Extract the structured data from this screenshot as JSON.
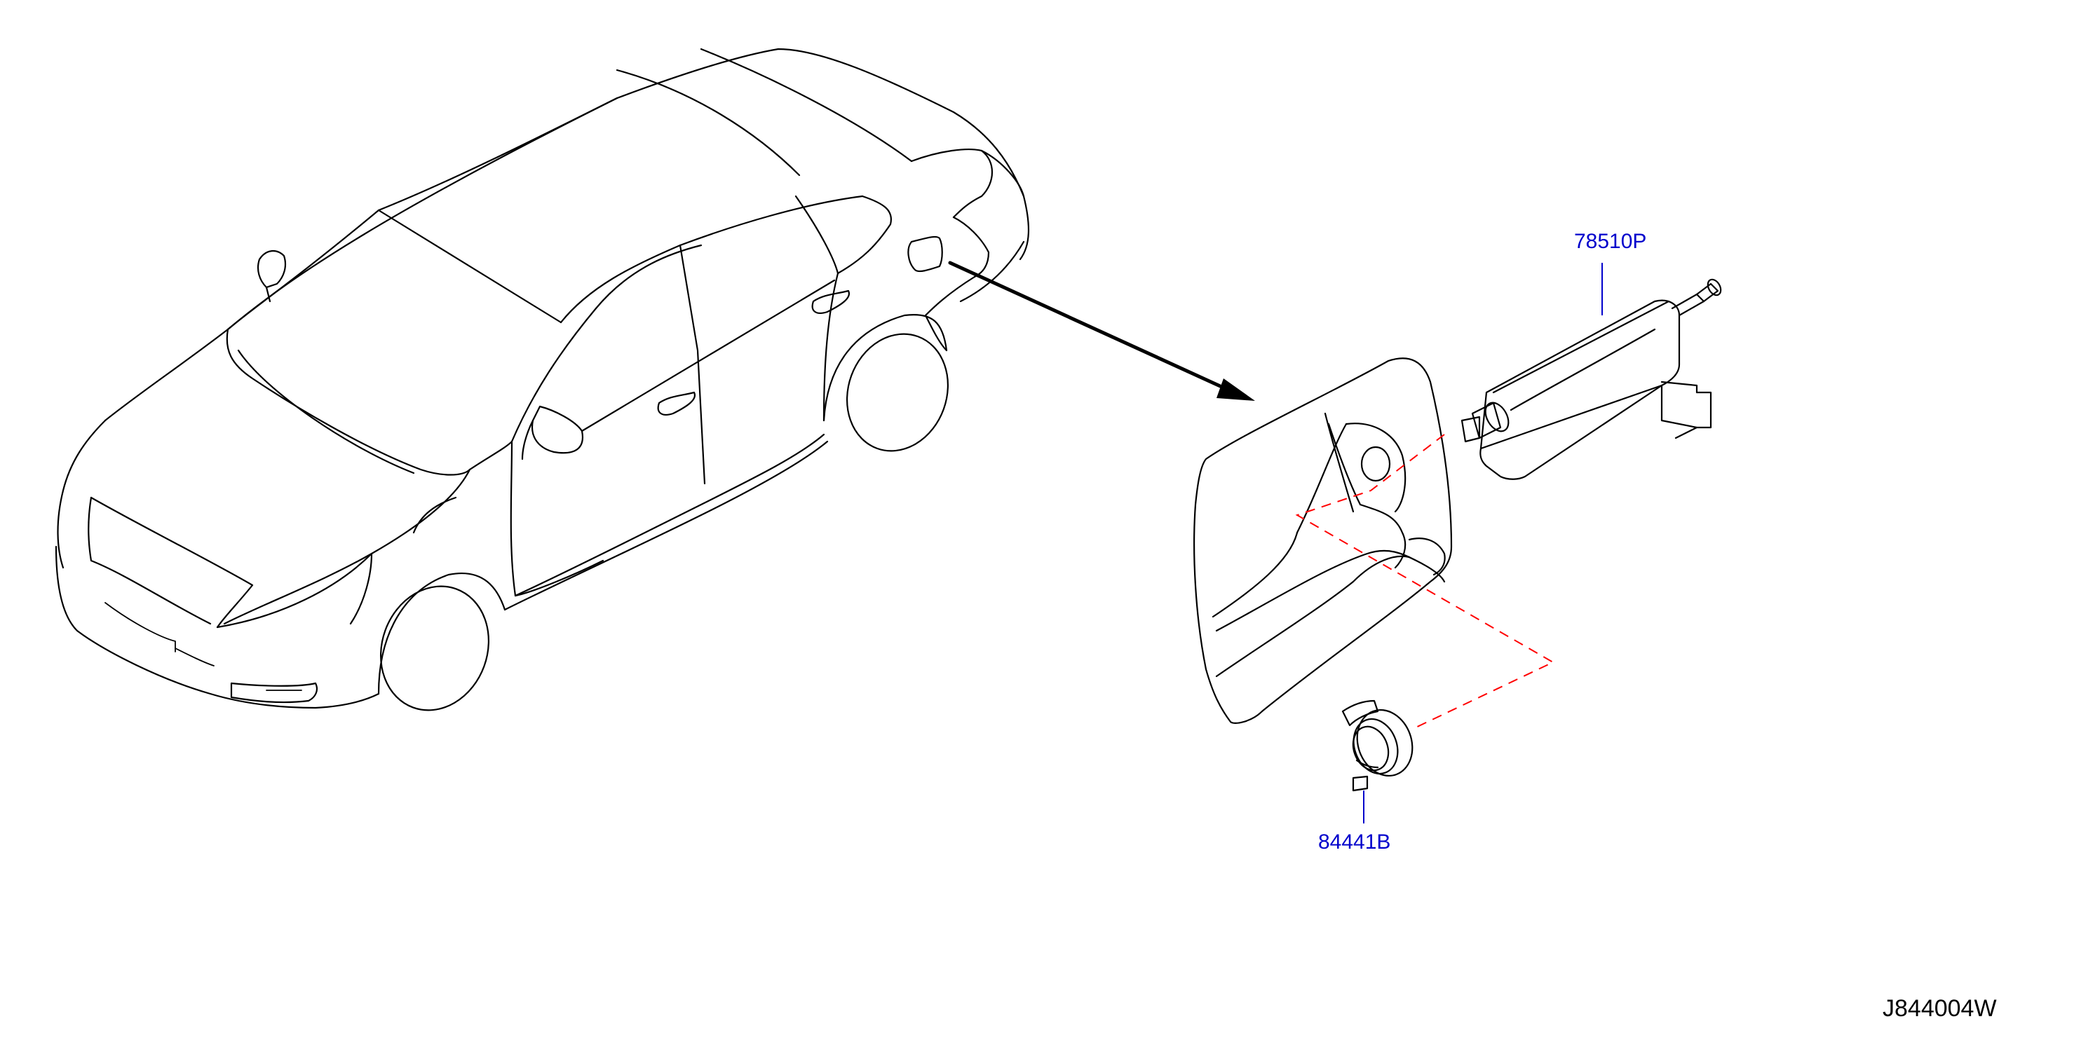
{
  "callouts": [
    {
      "part_number": "78510P",
      "part": "fuel-lid-opener-actuator"
    },
    {
      "part_number": "84441B",
      "part": "fuel-filler-grommet"
    }
  ],
  "diagram_code": "J844004W",
  "colors": {
    "linework": "#000000",
    "callout_text": "#0000cc",
    "leader_line": "#0000cc",
    "assembly_dash": "#ff0000",
    "background": "#ffffff"
  }
}
